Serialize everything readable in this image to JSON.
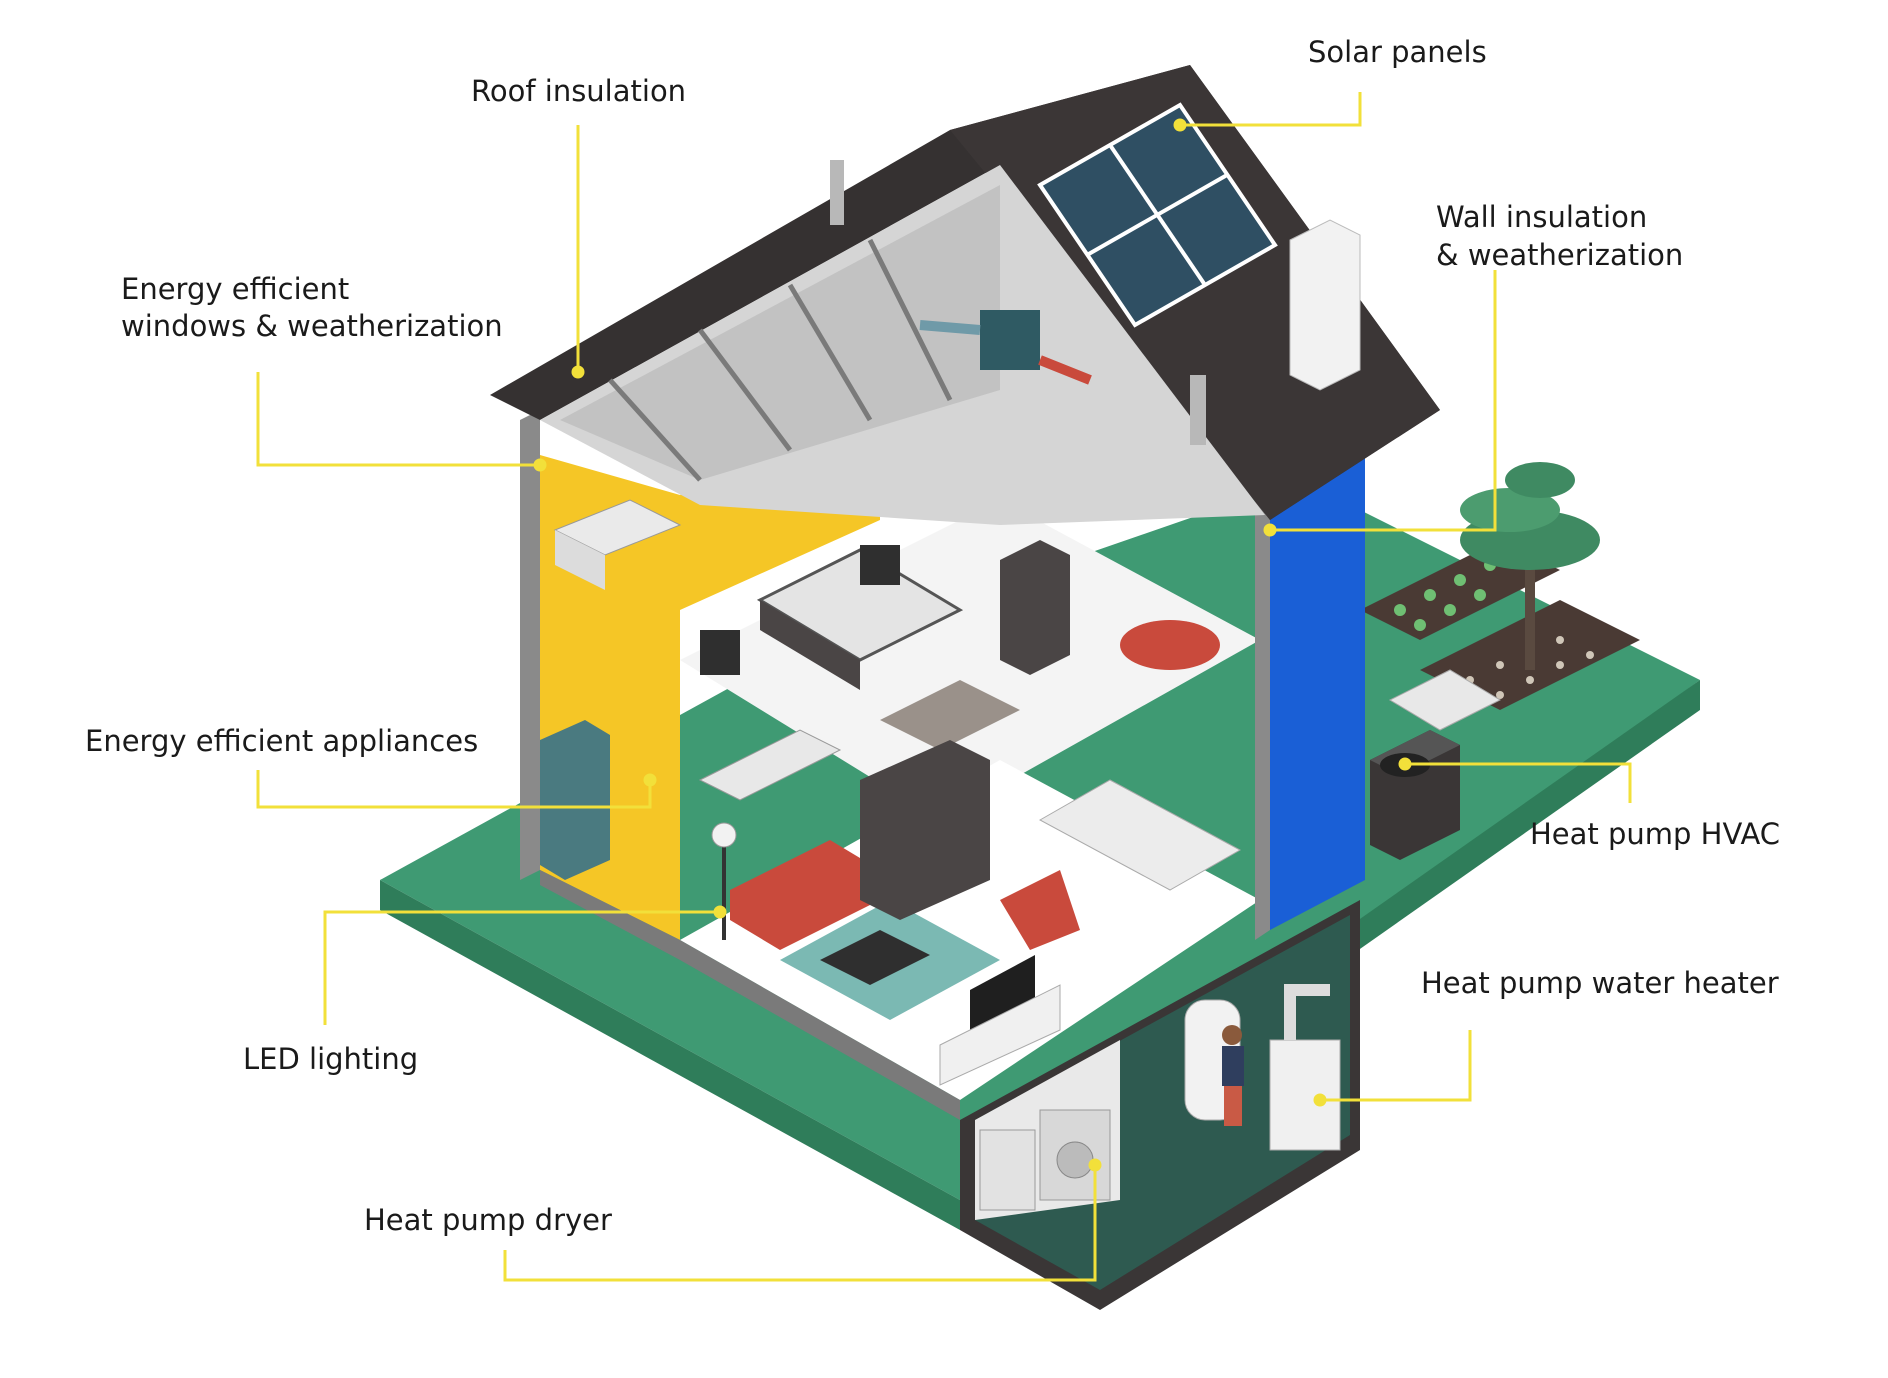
{
  "labels": {
    "roof_insulation": "Roof insulation",
    "solar_panels": "Solar panels",
    "wall_insulation_line1": "Wall insulation",
    "wall_insulation_line2": "& weatherization",
    "windows_line1": "Energy efficient",
    "windows_line2": "windows & weatherization",
    "appliances": "Energy efficient appliances",
    "heat_pump_hvac": "Heat pump HVAC",
    "led_lighting": "LED lighting",
    "water_heater": "Heat pump water heater",
    "dryer": "Heat pump dryer"
  },
  "colors": {
    "callout_line": "#f2e03a",
    "roof": "#353131",
    "lawn": "#3f9a73",
    "lawn_edge": "#2f7d5a",
    "wall_accent_yellow": "#f5c626",
    "wall_accent_blue": "#1a5fd6",
    "solar": "#2f4f63",
    "floor": "#ffffff",
    "sofa": "#c94a3c"
  }
}
